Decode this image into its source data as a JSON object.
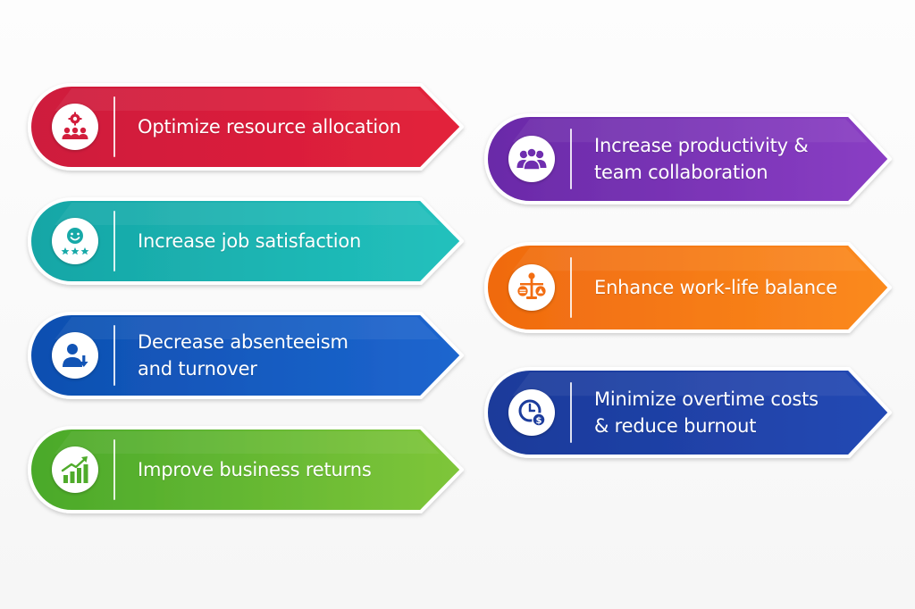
{
  "items": [
    {
      "id": "optimize",
      "label": "Optimize resource allocation",
      "icon": "team-gear-icon",
      "color_from": "#ce1a3c",
      "color_to": "#e3223a"
    },
    {
      "id": "productivity",
      "label": "Increase productivity &\nteam collaboration",
      "icon": "team-group-icon",
      "color_from": "#6a2aa8",
      "color_to": "#8a3ec4"
    },
    {
      "id": "satisfaction",
      "label": "Increase job satisfaction",
      "icon": "smiley-stars-icon",
      "color_from": "#16a6a6",
      "color_to": "#22c1bd"
    },
    {
      "id": "balance",
      "label": "Enhance work-life balance",
      "icon": "balance-scale-icon",
      "color_from": "#f06a0f",
      "color_to": "#fb8a1e"
    },
    {
      "id": "absenteeism",
      "label": "Decrease absenteeism\nand turnover",
      "icon": "person-down-arrow-icon",
      "color_from": "#0e4fb0",
      "color_to": "#1d66cf"
    },
    {
      "id": "overtime",
      "label": "Minimize overtime costs\n& reduce burnout",
      "icon": "clock-dollar-icon",
      "color_from": "#1b3a9a",
      "color_to": "#2449b4"
    },
    {
      "id": "returns",
      "label": "Improve business returns",
      "icon": "growth-chart-icon",
      "color_from": "#4aa92a",
      "color_to": "#7fc63a"
    }
  ]
}
